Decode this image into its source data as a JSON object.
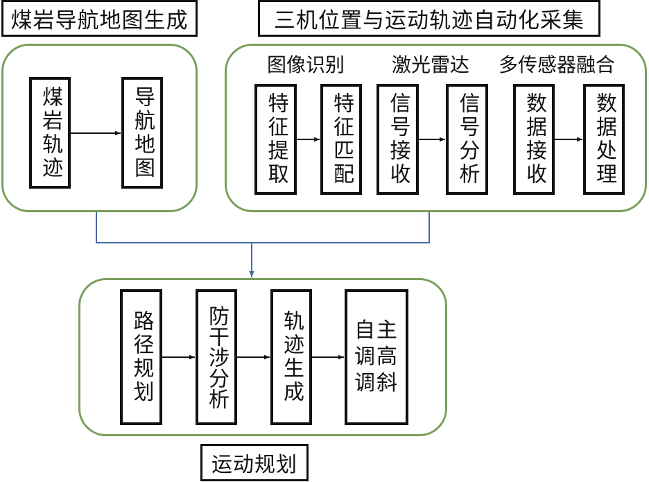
{
  "sections": {
    "map_generation": {
      "title": "煤岩导航地图生成",
      "nodes": [
        "煤岩轨迹",
        "导航地图"
      ]
    },
    "collection": {
      "title": "三机位置与运动轨迹自动化采集",
      "groups": [
        {
          "label": "图像识别",
          "nodes": [
            "特征提取",
            "特征匹配"
          ]
        },
        {
          "label": "激光雷达",
          "nodes": [
            "信号接收",
            "信号分析"
          ]
        },
        {
          "label": "多传感器融合",
          "nodes": [
            "数据接收",
            "数据处理"
          ]
        }
      ]
    },
    "motion_planning": {
      "title": "运动规划",
      "nodes": [
        "路径规划",
        "防干涉分析",
        "轨迹生成",
        "自主调高调斜"
      ]
    }
  },
  "colors": {
    "panel_border": "#7a9e5a",
    "merge_line": "#4a6aa8",
    "box_border": "#111111"
  }
}
